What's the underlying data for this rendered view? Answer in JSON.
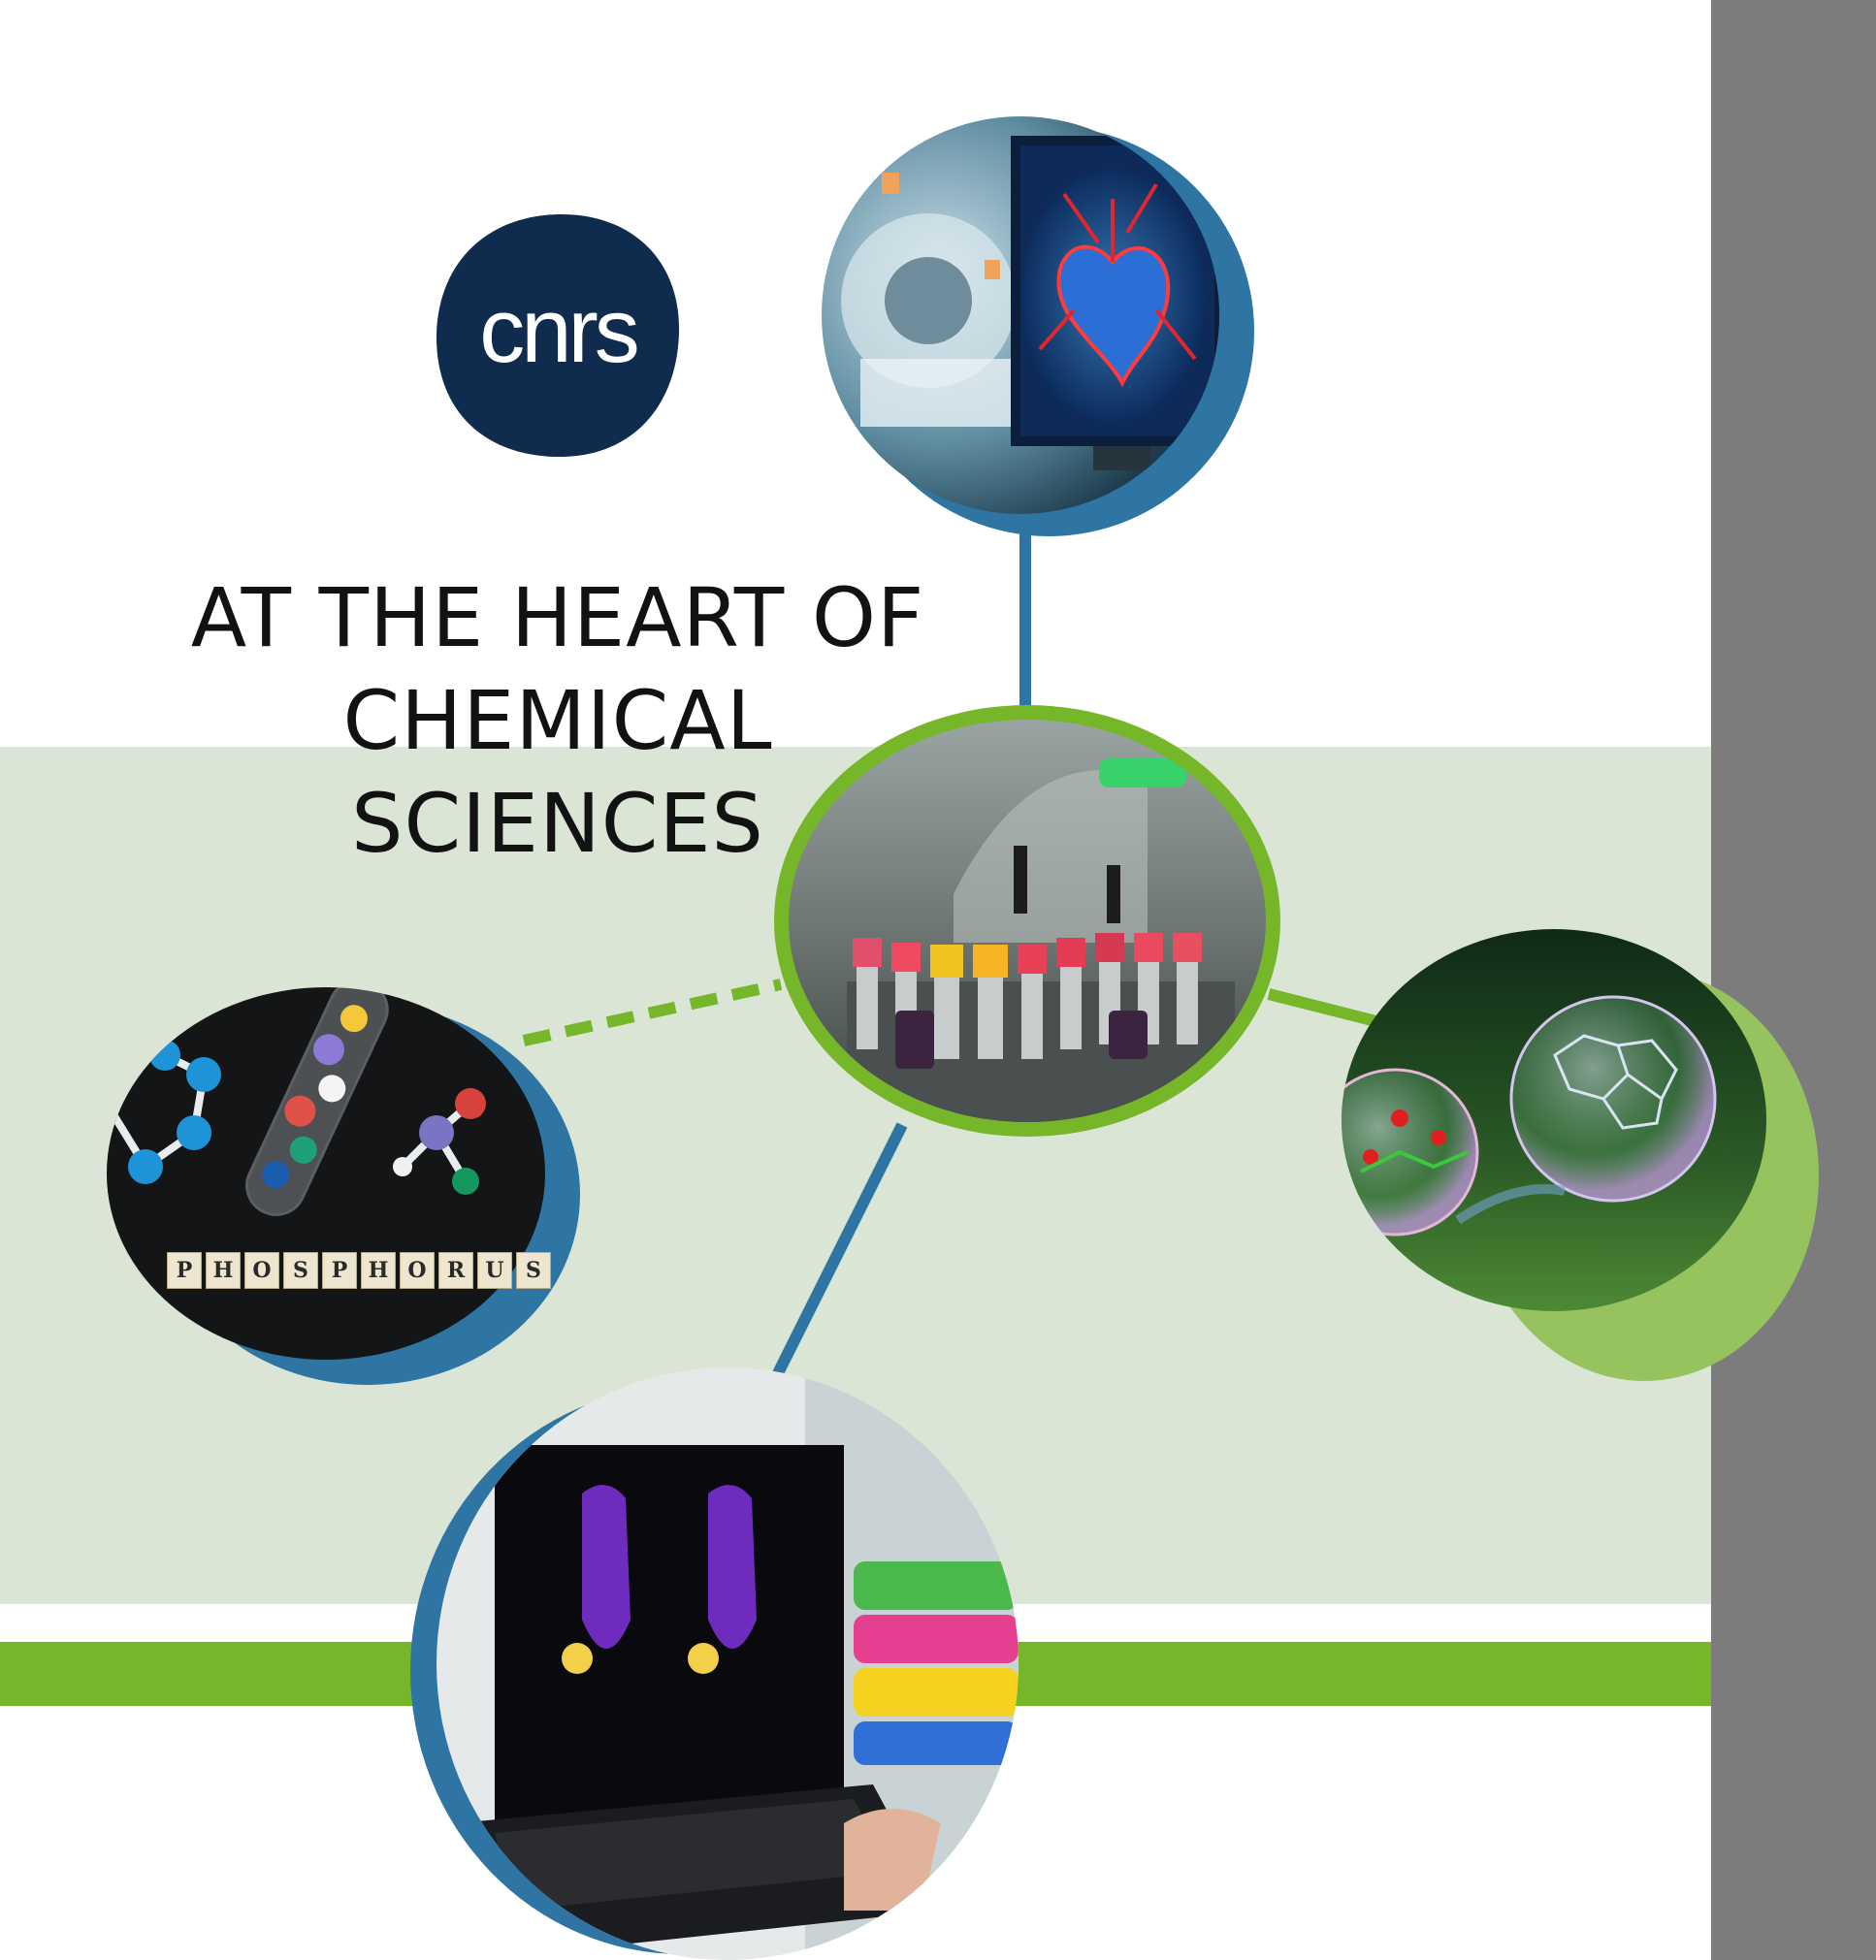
{
  "logo": {
    "text": "cnrs",
    "color": "#0f2c4e"
  },
  "title": {
    "line1": "AT THE HEART OF",
    "line2": "CHEMICAL SCIENCES"
  },
  "photos": {
    "heart_scan": {
      "subject": "MRI scanner with heart image on monitor"
    },
    "lab_tubes": {
      "subject": "laboratory sample tubes with colored caps"
    },
    "molecule_models": {
      "subject": "molecular model kit with test tube",
      "tiles": [
        "P",
        "H",
        "O",
        "S",
        "P",
        "H",
        "O",
        "R",
        "U",
        "S"
      ]
    },
    "bubbles": {
      "subject": "soap bubbles containing molecular structures"
    },
    "laptop_imaging": {
      "subject": "laptop displaying imaging scans"
    }
  },
  "colors": {
    "green_band": "#dae5d6",
    "accent_green": "#76b72a",
    "accent_blue": "#2e75a4",
    "gray_bar": "#7c7c7c",
    "logo_navy": "#0f2c4e"
  }
}
